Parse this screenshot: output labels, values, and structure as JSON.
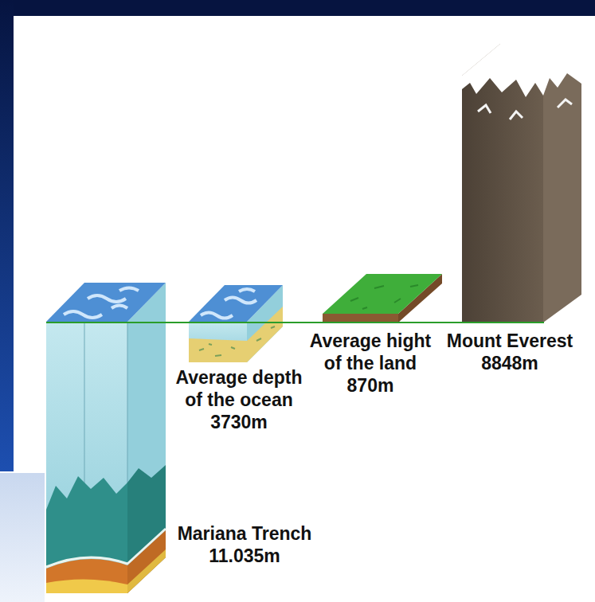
{
  "diagram": {
    "labels": [
      "Average depth of the ocean",
      "3730m",
      "Average hight of the land",
      "870m",
      "Mount Everest",
      "8848m",
      "Mariana Trench",
      "11.035m"
    ]
  }
}
